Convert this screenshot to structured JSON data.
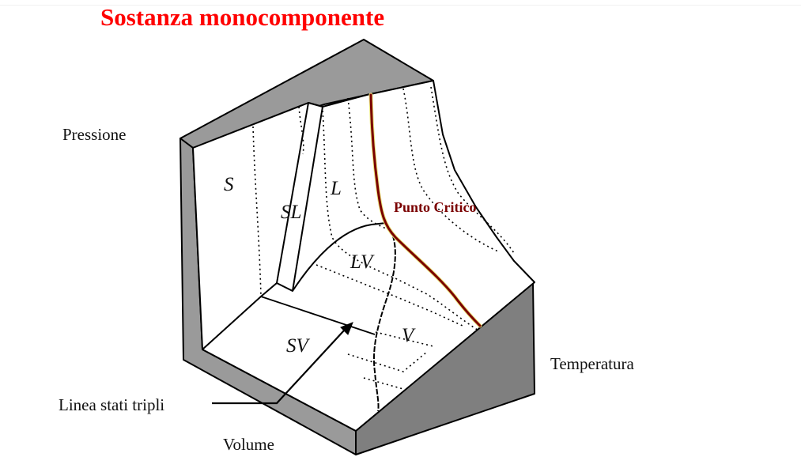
{
  "title": "Sostanza monocomponente",
  "axes": {
    "pressione": "Pressione",
    "temperatura": "Temperatura",
    "volume": "Volume"
  },
  "annotations": {
    "linea_stati_tripli": "Linea stati tripli",
    "punto_critico": "Punto Critico"
  },
  "regions": {
    "solid": "S",
    "solid_liquid": "SL",
    "liquid": "L",
    "liquid_vapor": "LV",
    "vapor": "V",
    "solid_vapor": "SV"
  },
  "colors": {
    "title": "#ff0000",
    "critical_label": "#7a0000",
    "critical_isotherm": "#7a0000",
    "surface_side": "#9a9a9a",
    "surface_side_dark": "#7d7d7d"
  }
}
